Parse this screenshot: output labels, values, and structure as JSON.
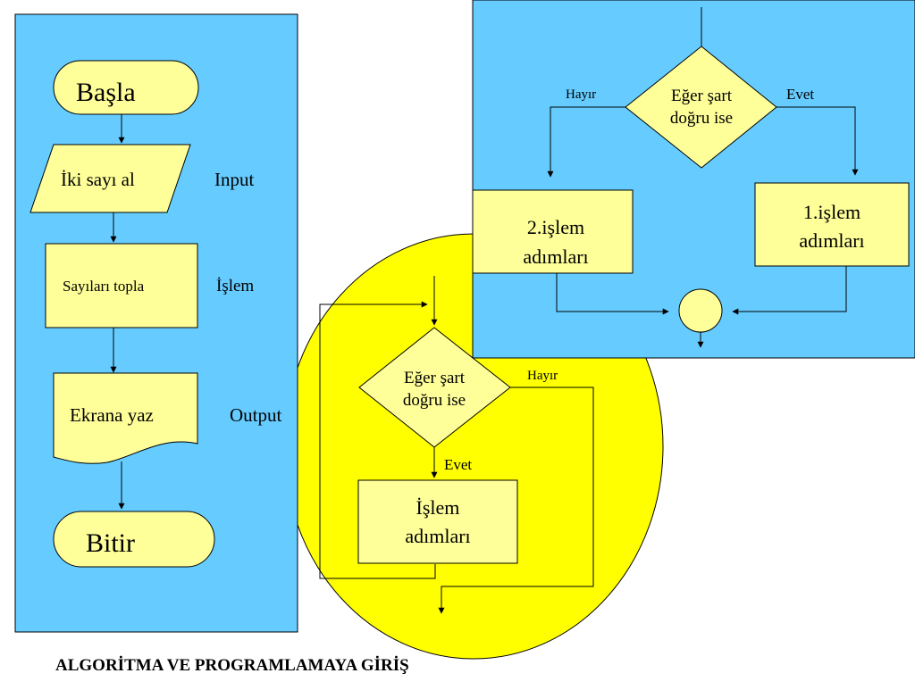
{
  "colors": {
    "panel_blue": "#66ccff",
    "loop_yellow": "#ffff00",
    "box_fill": "#ffff99",
    "stroke": "#000000"
  },
  "left_flow": {
    "start": "Başla",
    "input_box": "İki sayı al",
    "input_label": "Input",
    "process_box": "Sayıları topla",
    "process_label": "İşlem",
    "output_box": "Ekrana yaz",
    "output_label": "Output",
    "end": "Bitir"
  },
  "loop_flow": {
    "decision_line1": "Eğer şart",
    "decision_line2": "doğru ise",
    "no_label": "Hayır",
    "yes_label": "Evet",
    "steps_line1": "İşlem",
    "steps_line2": "adımları"
  },
  "branch_flow": {
    "decision_line1": "Eğer şart",
    "decision_line2": "doğru ise",
    "no_label": "Hayır",
    "yes_label": "Evet",
    "left_box_line1": "2.işlem",
    "left_box_line2": "adımları",
    "right_box_line1": "1.işlem",
    "right_box_line2": "adımları"
  },
  "footer": "ALGORİTMA VE PROGRAMLAMAYA GİRİŞ"
}
